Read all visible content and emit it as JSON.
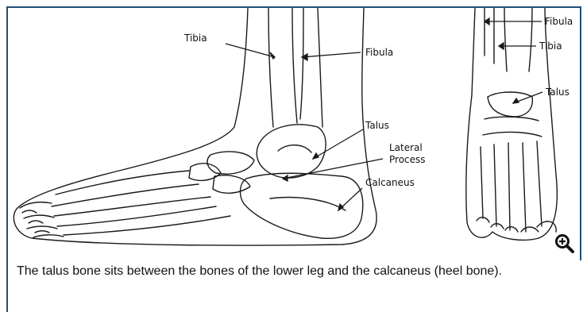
{
  "figure": {
    "labels": {
      "tibia": "Tibia",
      "fibula": "Fibula",
      "talus": "Talus",
      "lateral": "Lateral",
      "process": "Process",
      "calcaneus": "Calcaneus",
      "fibula_front": "Fibula",
      "tibia_front": "Tibia",
      "talus_front": "Talus"
    }
  },
  "caption": {
    "text": "The talus bone sits between the bones of the lower leg and the calcaneus (heel bone)."
  },
  "icons": {
    "zoom": "zoom-in-icon"
  }
}
